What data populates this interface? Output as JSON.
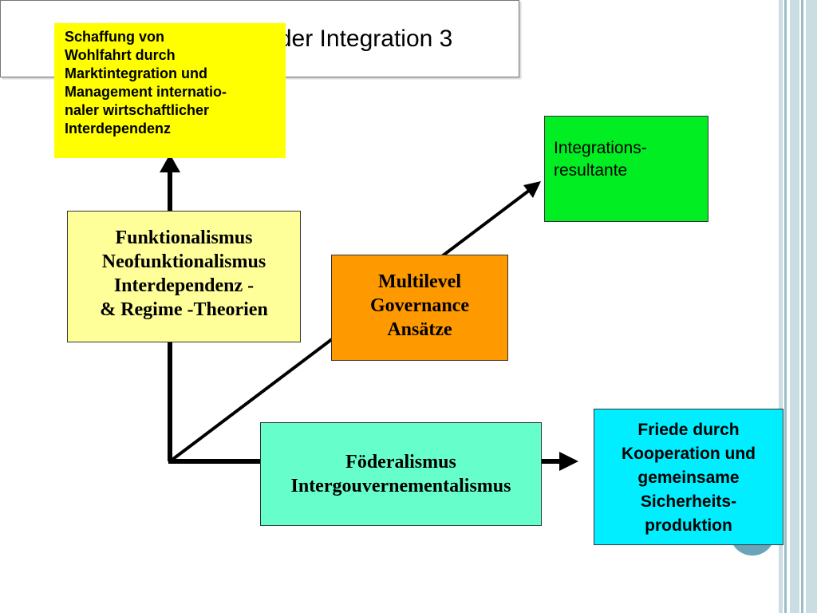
{
  "title": "Die beiden Logiken der Integration 3",
  "wohlfahrt_box": {
    "lines": [
      "Schaffung von",
      "Wohlfahrt durch",
      "Marktintegration und",
      "Management internatio-",
      "naler wirtschaftlicher",
      "Interdependenz"
    ],
    "color": "#ffff00"
  },
  "funktionalismus_box": {
    "lines": [
      "Funktionalismus",
      "Neofunktionalismus",
      "Interdependenz -",
      "& Regime -Theorien"
    ],
    "color": "#ffff99"
  },
  "integration_box": {
    "lines": [
      "Integrations-",
      "resultante"
    ],
    "color": "#00ee22"
  },
  "multilevel_box": {
    "lines": [
      "Multilevel",
      "Governance",
      "Ansätze"
    ],
    "color": "#ff9900"
  },
  "foederalismus_box": {
    "lines": [
      "Föderalismus",
      "Intergouvernementalismus"
    ],
    "color": "#66ffcc"
  },
  "friede_box": {
    "lines": [
      "Friede durch",
      "Kooperation und",
      "gemeinsame",
      "Sicherheits-",
      "produktion"
    ],
    "color": "#00eeff"
  }
}
